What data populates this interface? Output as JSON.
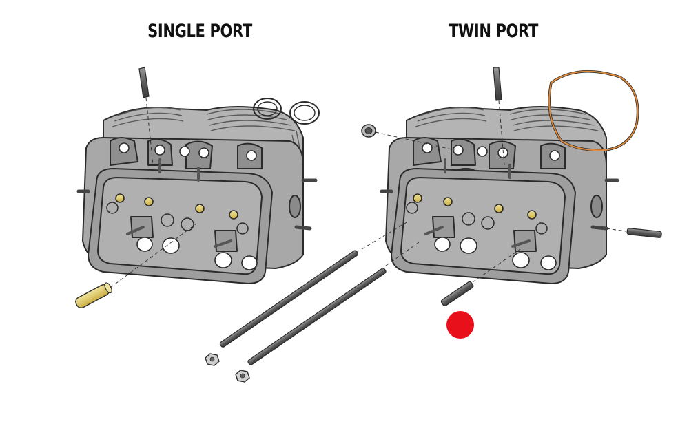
{
  "titles": {
    "single": "SINGLE PORT",
    "twin": "TWIN PORT"
  },
  "colors": {
    "head_body": "#a8a8a8",
    "head_shadow": "#8f8f8f",
    "head_light": "#c6c6c6",
    "outline": "#2a2a2a",
    "fin_line": "#555555",
    "stud": "#6e6e6e",
    "brass": "#d8c56a",
    "gasket_orange": "#e08a3c",
    "marker_red": "#e8101a"
  },
  "icons": {
    "single": "cylinder-head-single-port-illustration",
    "twin": "cylinder-head-twin-port-illustration",
    "marker": "red-dot-marker"
  }
}
